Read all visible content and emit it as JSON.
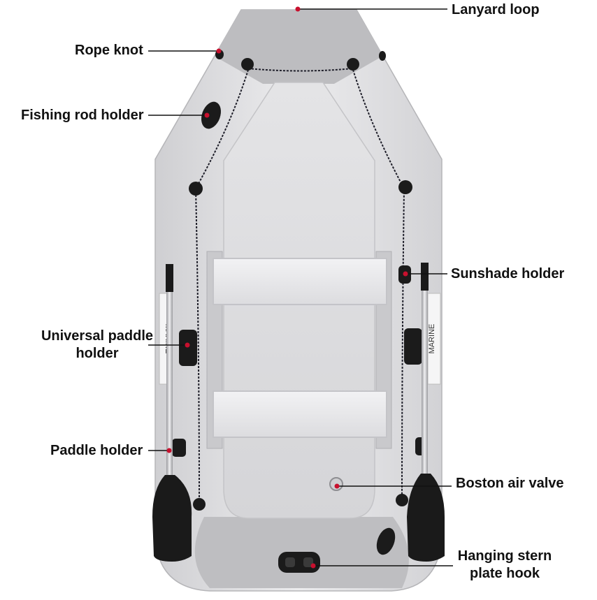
{
  "colors": {
    "tube_light": "#e3e3e5",
    "tube_shade": "#cdcdd0",
    "bow_stern": "#b9b9bc",
    "floor": "#dcdcde",
    "seat": "#ececee",
    "seat_edge": "#c4c4c8",
    "fitting": "#1b1b1b",
    "marker": "#c8102e",
    "leader": "#111111",
    "paddle_shaft": "#c8c9cc",
    "paddle_blade": "#1a1a1a"
  },
  "labels": {
    "lanyard_loop": "Lanyard loop",
    "rope_knot": "Rope knot",
    "fishing_rod_holder": "Fishing rod holder",
    "sunshade_holder": "Sunshade holder",
    "universal_paddle_holder_1": "Universal paddle",
    "universal_paddle_holder_2": "holder",
    "paddle_holder": "Paddle holder",
    "boston_air_valve": "Boston air valve",
    "hanging_stern_1": "Hanging stern",
    "hanging_stern_2": "plate hook"
  },
  "branding": {
    "left_text": "MARINE",
    "right_text": "MARINE"
  }
}
